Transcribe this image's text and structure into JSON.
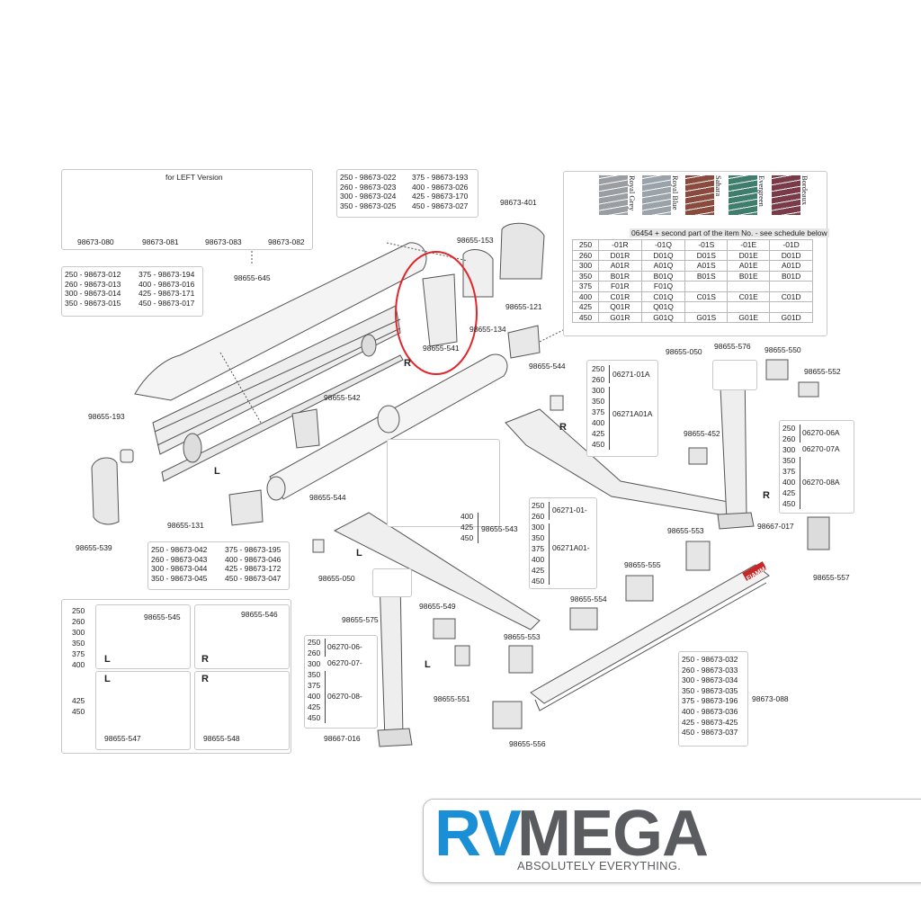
{
  "labels": {
    "for_left_version": "for LEFT Version",
    "p_98673_080": "98673-080",
    "p_98673_081": "98673-081",
    "p_98673_083": "98673-083",
    "p_98673_082": "98673-082",
    "p_98655_645": "98655-645",
    "p_98673_401": "98673-401",
    "p_98655_153": "98655-153",
    "p_98655_121": "98655-121",
    "p_98655_134": "98655-134",
    "p_98655_541": "98655-541",
    "p_98655_544_a": "98655-544",
    "p_98655_050_a": "98655-050",
    "p_98655_576": "98655-576",
    "p_98655_550": "98655-550",
    "p_98655_552": "98655-552",
    "p_98655_193": "98655-193",
    "p_98655_542": "98655-542",
    "p_98655_539": "98655-539",
    "p_98655_131": "98655-131",
    "p_98655_544_b": "98655-544",
    "p_98655_452": "98655-452",
    "p_98667_017": "98667-017",
    "p_98655_553_a": "98655-553",
    "p_98655_557": "98655-557",
    "p_98655_555": "98655-555",
    "p_98655_050_b": "98655-050",
    "p_98655_575": "98655-575",
    "p_98655_549": "98655-549",
    "p_98655_554": "98655-554",
    "p_98655_553_b": "98655-553",
    "p_98655_551": "98655-551",
    "p_98655_545": "98655-545",
    "p_98655_546": "98655-546",
    "p_98655_547": "98655-547",
    "p_98655_548": "98655-548",
    "p_98667_016": "98667-016",
    "p_98655_556": "98655-556",
    "p_98673_088": "98673-088",
    "brand_on_bar": "FIAMMA F45S"
  },
  "side_marks": {
    "r1": "R",
    "l1": "L",
    "r2": "R",
    "l2": "L",
    "r3": "R",
    "l3": "L",
    "l4": "L",
    "r4": "R",
    "l5": "L",
    "r5": "R"
  },
  "tables": {
    "front_cover_sizes": [
      "250 - 98673-022",
      "260 - 98673-023",
      "300 - 98673-024",
      "350 - 98673-025"
    ],
    "front_cover_sizes_b": [
      "375 - 98673-193",
      "400 - 98673-026",
      "425 - 98673-170",
      "450 - 98673-027"
    ],
    "case_sizes": [
      "250 - 98673-012",
      "260 - 98673-013",
      "300 - 98673-014",
      "350 - 98673-015"
    ],
    "case_sizes_b": [
      "375 - 98673-194",
      "400 - 98673-016",
      "425 - 98673-171",
      "450 - 98673-017"
    ],
    "roller_sizes": [
      "250 - 98673-042",
      "260 - 98673-043",
      "300 - 98673-044",
      "350 - 98673-045"
    ],
    "roller_sizes_b": [
      "375 - 98673-195",
      "400 - 98673-046",
      "425 - 98673-172",
      "450 - 98673-047"
    ],
    "leadrail_sizes": [
      "250 - 98673-032",
      "260 - 98673-033",
      "300 - 98673-034",
      "350 - 98673-035",
      "375 - 98673-196",
      "400 - 98673-036",
      "425 - 98673-425",
      "450 - 98673-037"
    ],
    "arm_right_sizes": [
      "250",
      "260",
      "300",
      "350",
      "375",
      "400",
      "425",
      "450"
    ],
    "arm_right_codes": [
      "06271-01A",
      "06271A01A"
    ],
    "arm_left_sizes": [
      "250",
      "260",
      "300",
      "350",
      "375",
      "400",
      "425",
      "450"
    ],
    "arm_left_codes": [
      "06271-01-",
      "06271A01-"
    ],
    "leg_right_sizes": [
      "250",
      "260",
      "300",
      "350",
      "375",
      "400",
      "425",
      "450"
    ],
    "leg_right_codes": [
      "06270-06A",
      "06270-07A",
      "06270-08A"
    ],
    "leg_left_sizes": [
      "250",
      "260",
      "300",
      "350",
      "375",
      "400",
      "425",
      "450"
    ],
    "leg_left_codes": [
      "06270-06-",
      "06270-07-",
      "06270-08-"
    ],
    "bracket_sizes_a": [
      "250",
      "260",
      "300",
      "350",
      "375",
      "400"
    ],
    "bracket_sizes_b": [
      "425",
      "450"
    ],
    "sizes_543": [
      "400",
      "425",
      "450"
    ],
    "code_543": "98655-543"
  },
  "fabric": {
    "header": "06454 + second part of the item No. - see schedule below",
    "colors": [
      {
        "name": "Royal Grey",
        "hex": "#9a9ea3"
      },
      {
        "name": "Royal Blue",
        "hex": "#9aa2aa"
      },
      {
        "name": "Sahara",
        "hex": "#8b4a3e"
      },
      {
        "name": "Evergreen",
        "hex": "#3f7e6a"
      },
      {
        "name": "Bordeaux",
        "hex": "#7a3a48"
      }
    ],
    "rows": [
      [
        "250",
        "-01R",
        "-01Q",
        "-01S",
        "-01E",
        "-01D"
      ],
      [
        "260",
        "D01R",
        "D01Q",
        "D01S",
        "D01E",
        "D01D"
      ],
      [
        "300",
        "A01R",
        "A01Q",
        "A01S",
        "A01E",
        "A01D"
      ],
      [
        "350",
        "B01R",
        "B01Q",
        "B01S",
        "B01E",
        "B01D"
      ],
      [
        "375",
        "F01R",
        "F01Q",
        "",
        "",
        ""
      ],
      [
        "400",
        "C01R",
        "C01Q",
        "C01S",
        "C01E",
        "C01D"
      ],
      [
        "425",
        "Q01R",
        "Q01Q",
        "",
        "",
        ""
      ],
      [
        "450",
        "G01R",
        "G01Q",
        "G01S",
        "G01E",
        "G01D"
      ]
    ]
  },
  "highlight_color": "#e0262a",
  "brand": {
    "logo_rv": "RV",
    "logo_mega": "MEGA",
    "tagline": "ABSOLUTELY EVERYTHING.",
    "rv_color": "#1a8fd6",
    "mega_color": "#5a5c60"
  }
}
